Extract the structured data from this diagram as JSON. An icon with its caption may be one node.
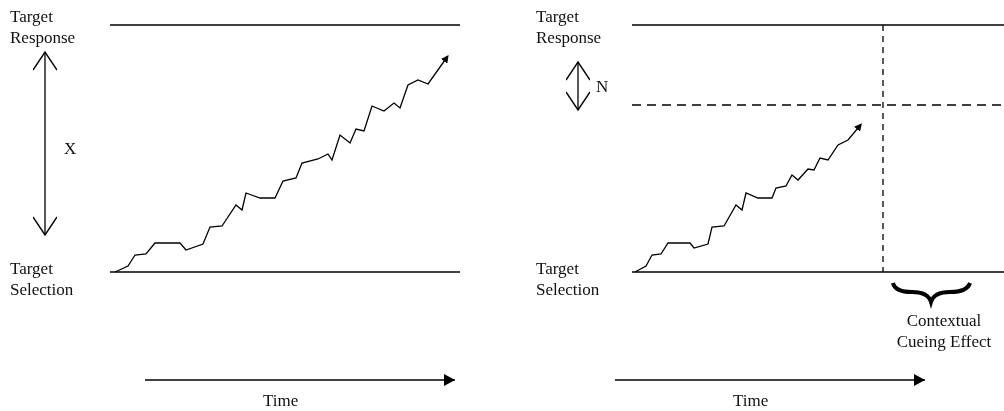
{
  "diagram": {
    "labels": [
      "Target Response",
      "X",
      "Target Selection",
      "Time",
      "Target Response",
      "N",
      "Target Selection",
      "Contextual Cueing Effect",
      "Time"
    ]
  }
}
